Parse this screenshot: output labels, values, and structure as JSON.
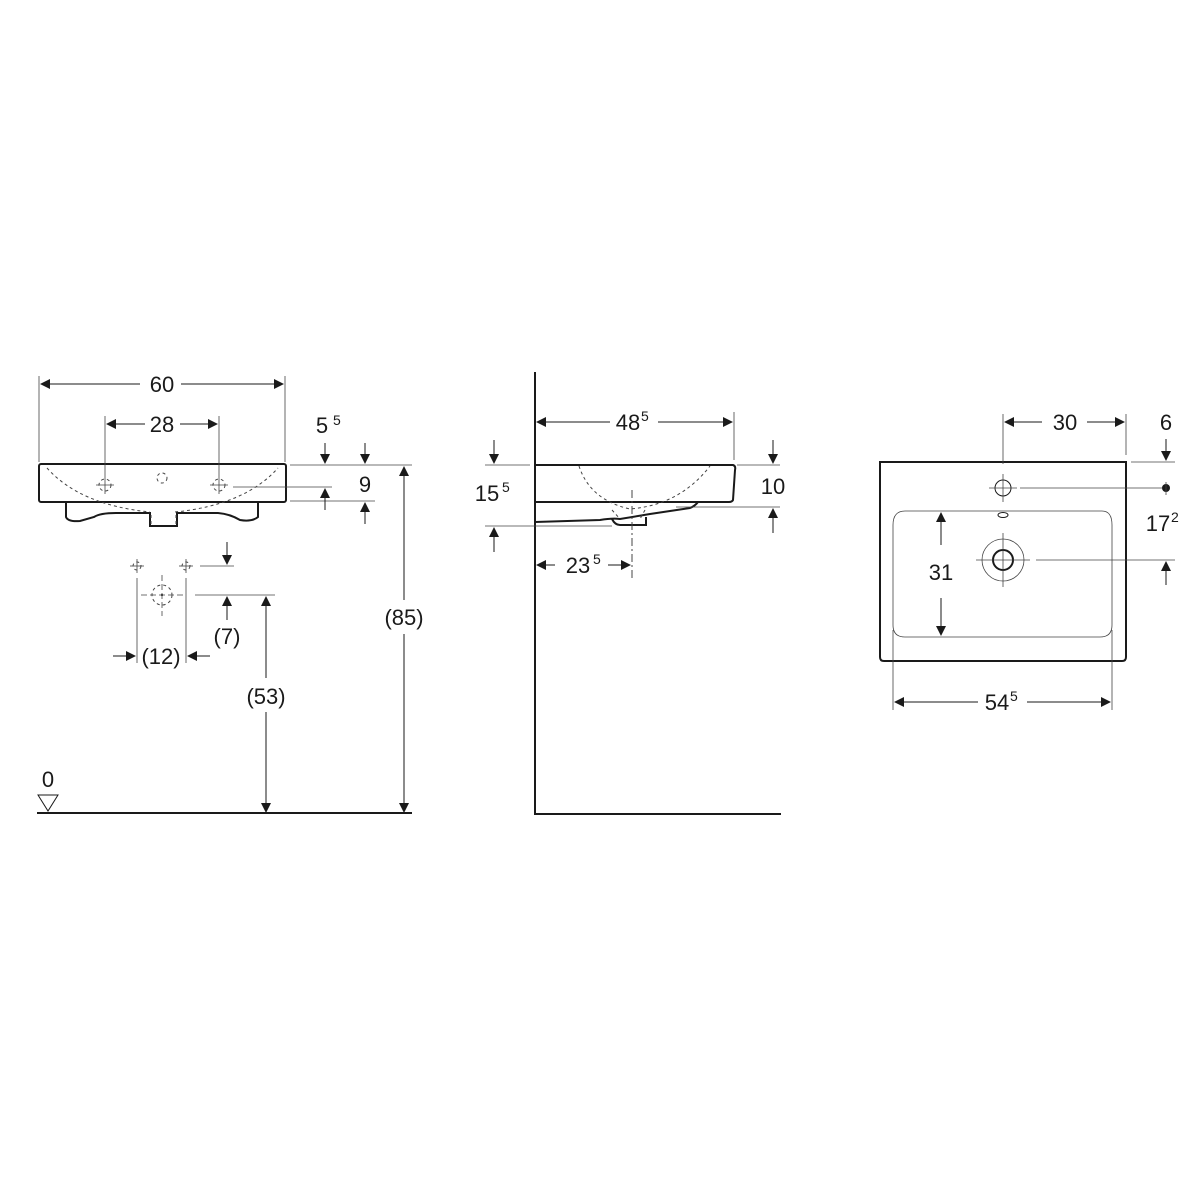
{
  "drawing": {
    "subject": "Washbasin technical dimension drawing",
    "units": "cm",
    "colors": {
      "line": "#1a1a1a",
      "background": "#ffffff"
    }
  },
  "front_view": {
    "width_total": "60",
    "tap_hole_spacing": "28",
    "tap_hole_depth": "5",
    "tap_hole_depth_sup": "5",
    "basin_height": "9",
    "rim_height": "(85)",
    "supply_spacing": "(12)",
    "supply_offset": "(7)",
    "drain_height": "(53)",
    "floor_level": "0"
  },
  "side_view": {
    "depth": "48",
    "depth_sup": "5",
    "total_height": "15",
    "total_height_sup": "5",
    "rim_thickness": "10",
    "drain_distance": "23",
    "drain_distance_sup": "5"
  },
  "top_view": {
    "tap_offset": "30",
    "tap_edge_distance": "6",
    "tap_to_drain": "17",
    "tap_to_drain_sup": "2",
    "bowl_depth": "31",
    "bowl_width": "54",
    "bowl_width_sup": "5"
  }
}
